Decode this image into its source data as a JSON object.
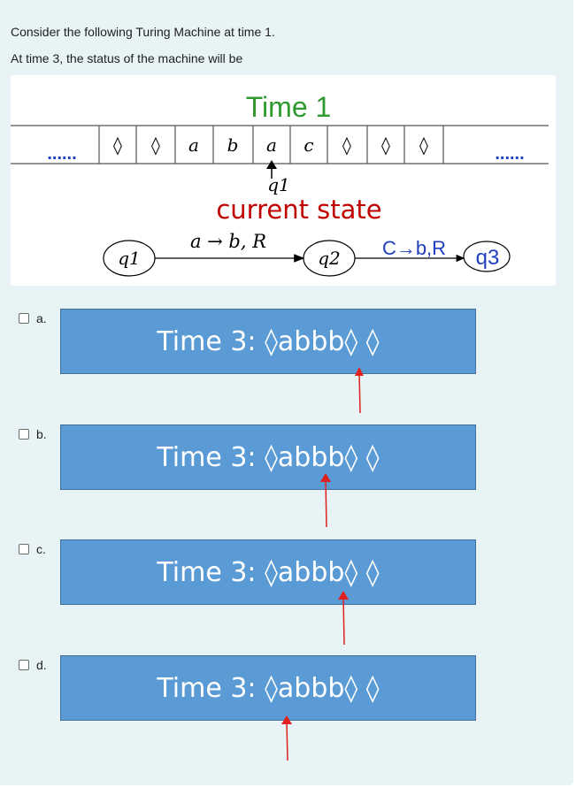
{
  "question": {
    "line1": "Consider the following Turing Machine at time 1.",
    "line2": "At time 3, the status of the machine will be"
  },
  "figure": {
    "title": "Time 1",
    "tape_left_dots": "......",
    "tape_right_dots": "......",
    "tape_cells": [
      "◊",
      "◊",
      "a",
      "b",
      "a",
      "c",
      "◊",
      "◊",
      "◊"
    ],
    "head_label": "q1",
    "current_state_label": "current state",
    "states": [
      "q1",
      "q2",
      "q3"
    ],
    "transition_1": "a → b, R",
    "transition_2": "C→b,R",
    "colors": {
      "title": "#2e9a2e",
      "current_state": "#c00000",
      "q3": "#1f3fbf"
    }
  },
  "options": [
    {
      "letter": "a.",
      "text": "Time 3: ◊abbb◊ ◊"
    },
    {
      "letter": "b.",
      "text": "Time 3: ◊abbb◊ ◊"
    },
    {
      "letter": "c.",
      "text": "Time 3: ◊abbb◊ ◊"
    },
    {
      "letter": "d.",
      "text": "Time 3: ◊abbb◊ ◊"
    }
  ],
  "arrow_color": "#e0201e"
}
